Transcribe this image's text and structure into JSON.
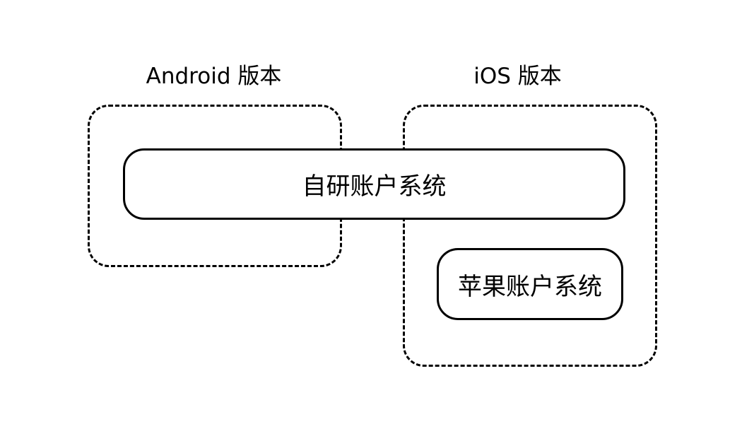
{
  "diagram": {
    "groups": [
      {
        "id": "android",
        "label": "Android 版本"
      },
      {
        "id": "ios",
        "label": "iOS 版本"
      }
    ],
    "nodes": [
      {
        "id": "self-account",
        "label": "自研账户系统",
        "belongs_to": [
          "android",
          "ios"
        ]
      },
      {
        "id": "apple-account",
        "label": "苹果账户系统",
        "belongs_to": [
          "ios"
        ]
      }
    ]
  }
}
